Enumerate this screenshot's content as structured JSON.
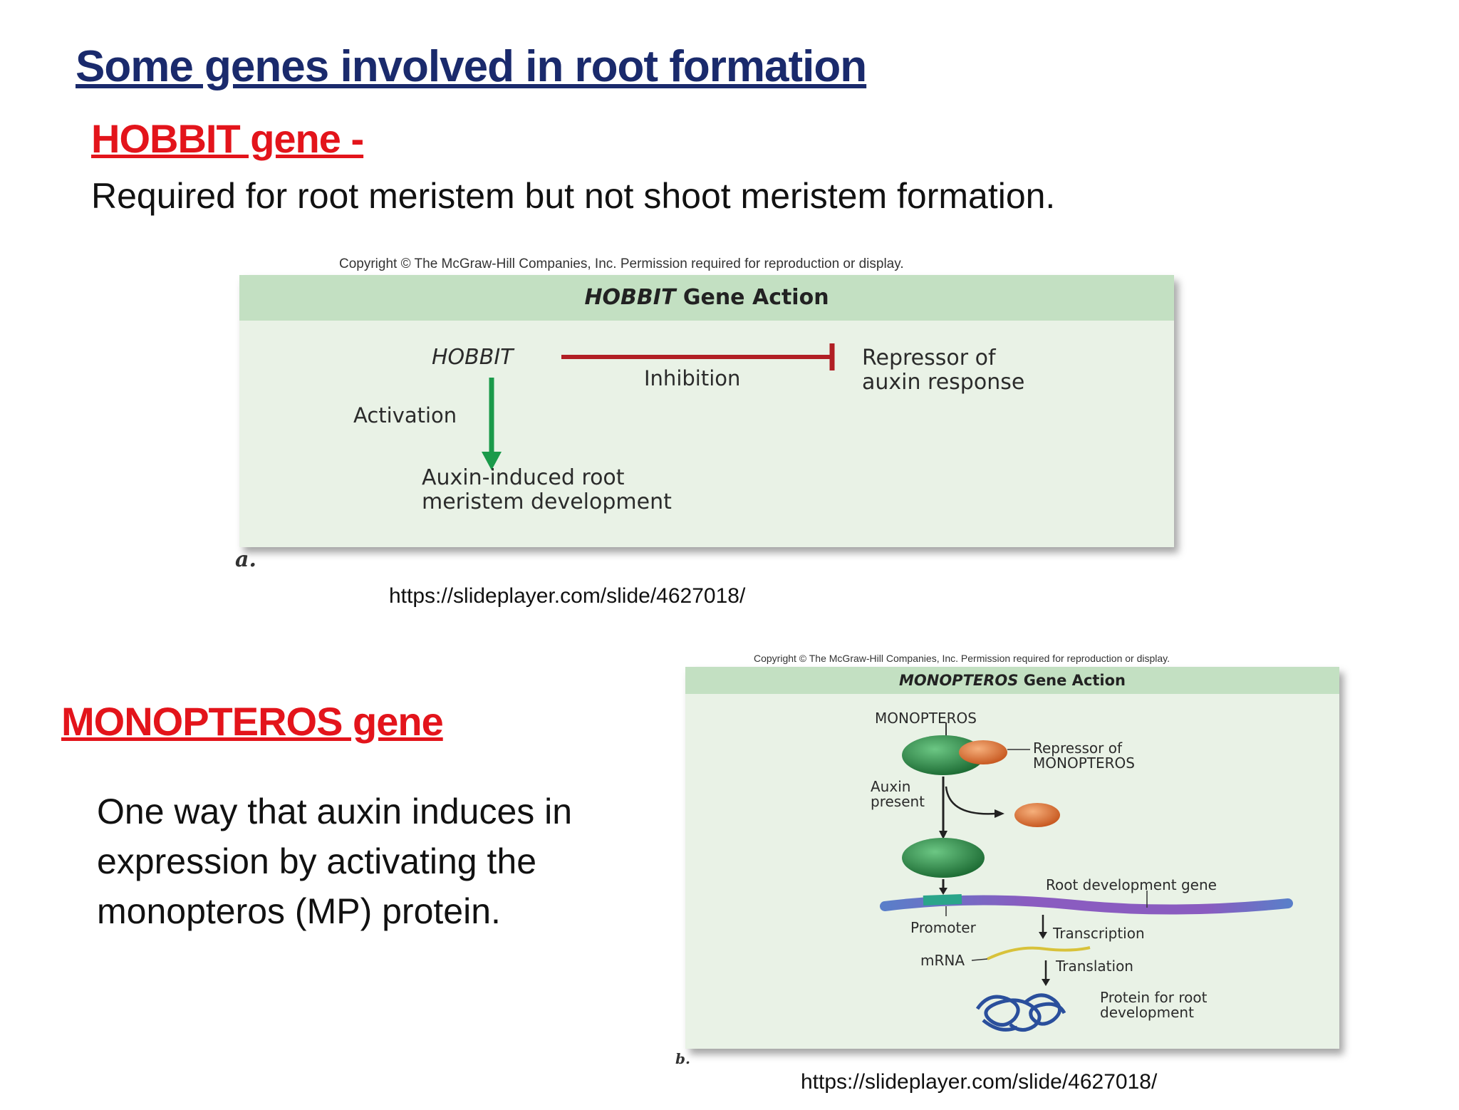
{
  "slide": {
    "title": "Some genes involved in root formation ",
    "hobbit": {
      "heading": "HOBBIT gene -",
      "description": "Required for root meristem but not shoot meristem formation.",
      "source_url": "https://slideplayer.com/slide/4627018/"
    },
    "monopteros": {
      "heading": "MONOPTEROS gene",
      "description": "One way that auxin induces in expression by activating the monopteros (MP) protein.",
      "source_url": "https://slideplayer.com/slide/4627018/"
    }
  },
  "figure_a": {
    "copyright": "Copyright © The McGraw-Hill Companies, Inc. Permission required for reproduction or display.",
    "header_italic": "HOBBIT",
    "header_rest": " Gene Action",
    "gene": "HOBBIT",
    "inhibition_label": "Inhibition",
    "repressor_line1": "Repressor of",
    "repressor_line2": "auxin response",
    "activation_label": "Activation",
    "outcome_line1": "Auxin-induced root",
    "outcome_line2": "meristem development",
    "panel_letter": "a.",
    "colors": {
      "inhibition": "#b11f24",
      "activation": "#1a9a4a"
    }
  },
  "figure_b": {
    "copyright": "Copyright © The McGraw-Hill Companies, Inc. Permission required for reproduction or display.",
    "header_italic": "MONOPTEROS",
    "header_rest": " Gene Action",
    "gene": "MONOPTEROS",
    "repressor_line1": "Repressor of",
    "repressor_line2": "MONOPTEROS",
    "auxin_line1": "Auxin",
    "auxin_line2": "present",
    "root_gene": "Root development gene",
    "promoter": "Promoter",
    "transcription": "Transcription",
    "mrna": "mRNA",
    "translation": "Translation",
    "protein_line1": "Protein for root",
    "protein_line2": "development",
    "panel_letter": "b.",
    "colors": {
      "mp_protein": "#2f8a48",
      "repressor": "#e07a3a",
      "dna": "#7a5ab8",
      "mrna": "#d8c23a",
      "protein": "#2a4f9c"
    }
  }
}
